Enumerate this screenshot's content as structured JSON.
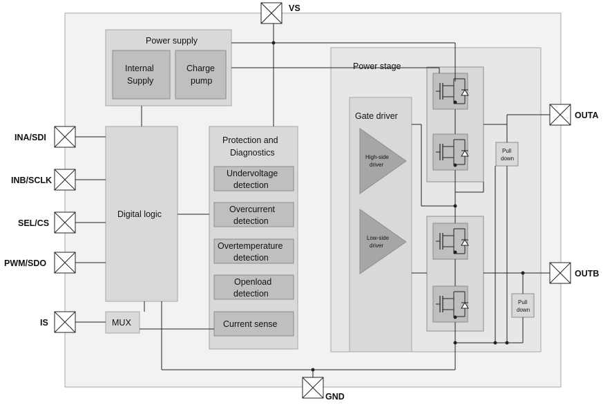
{
  "pins": {
    "vs": "VS",
    "gnd": "GND",
    "ina_sdi": "INA/SDI",
    "inb_sclk": "INB/SCLK",
    "sel_cs": "SEL/CS",
    "pwm_sdo": "PWM/SDO",
    "is": "IS",
    "outa": "OUTA",
    "outb": "OUTB"
  },
  "blocks": {
    "power_supply": "Power supply",
    "internal_supply_1": "Internal",
    "internal_supply_2": "Supply",
    "charge_pump_1": "Charge",
    "charge_pump_2": "pump",
    "digital_logic": "Digital logic",
    "mux": "MUX",
    "protection_1": "Protection and",
    "protection_2": "Diagnostics",
    "undervoltage_1": "Undervoltage",
    "undervoltage_2": "detection",
    "overcurrent_1": "Overcurrent",
    "overcurrent_2": "detection",
    "overtemperature_1": "Overtemperature",
    "overtemperature_2": "detection",
    "openload_1": "Openload",
    "openload_2": "detection",
    "current_sense": "Current sense",
    "power_stage": "Power stage",
    "gate_driver": "Gate driver",
    "high_side_1": "High-side",
    "high_side_2": "driver",
    "low_side_1": "Low-side",
    "low_side_2": "driver",
    "pulldown_a_1": "Pull",
    "pulldown_a_2": "down",
    "pulldown_b_1": "Pull",
    "pulldown_b_2": "down"
  },
  "colors": {
    "chip_bg": "#f2f2f2",
    "block_bg": "#d9d9d9",
    "inner_block_bg": "#bfbfbf",
    "power_stage_bg": "#e7e7e7",
    "triangle": "#a6a6a6",
    "wire": "#222222"
  }
}
